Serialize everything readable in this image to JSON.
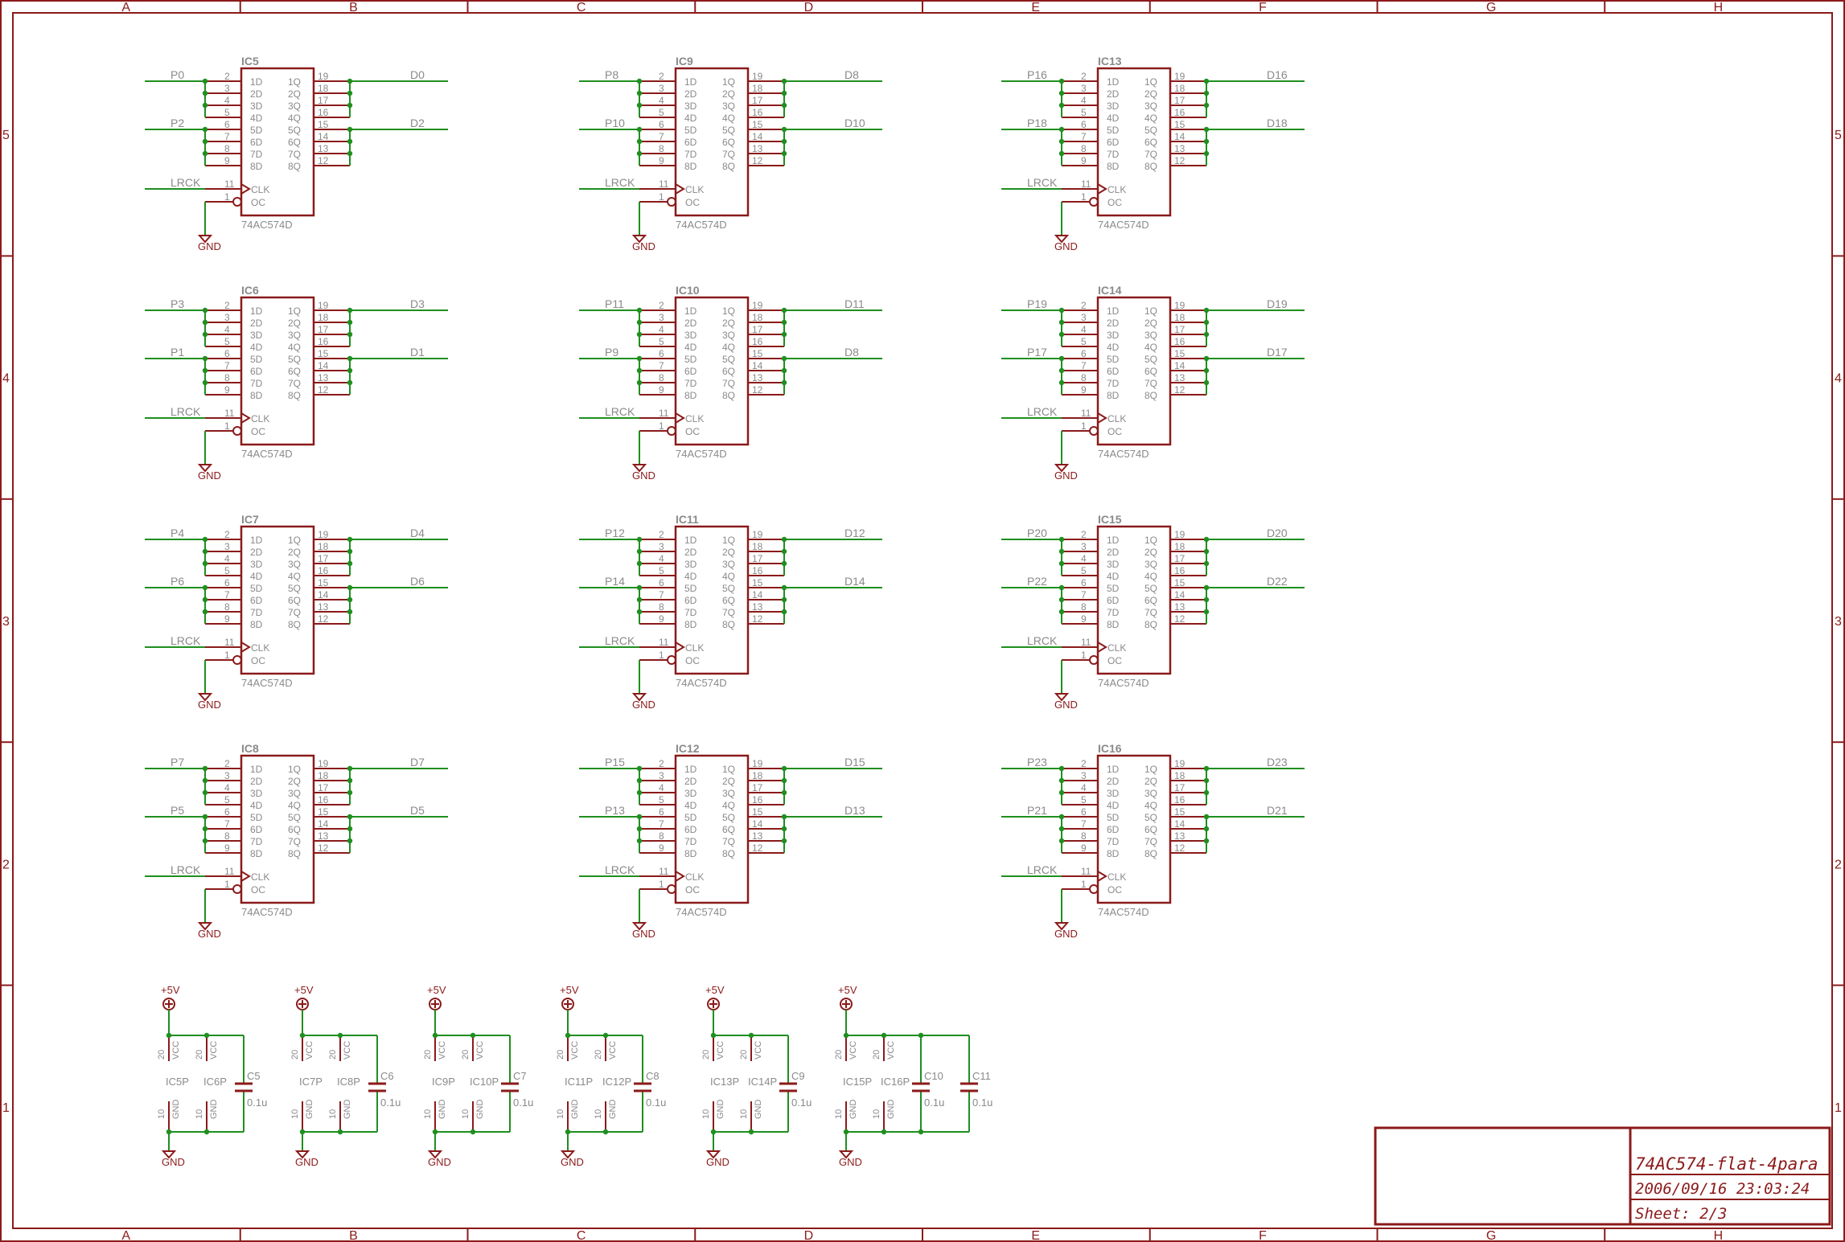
{
  "frame": {
    "columns": [
      "A",
      "B",
      "C",
      "D",
      "E",
      "F",
      "G",
      "H"
    ],
    "rows": [
      "5",
      "4",
      "3",
      "2",
      "1"
    ]
  },
  "colors": {
    "frame": "#8b1a1a",
    "wire": "#1f8f1f",
    "junction": "#1f8f1f",
    "label": "#8a8a8a",
    "background": "#ffffff"
  },
  "ic_common": {
    "part": "74AC574D",
    "input_pins": [
      "1D",
      "2D",
      "3D",
      "4D",
      "5D",
      "6D",
      "7D",
      "8D"
    ],
    "output_pins": [
      "1Q",
      "2Q",
      "3Q",
      "4Q",
      "5Q",
      "6Q",
      "7Q",
      "8Q"
    ],
    "input_pin_numbers": [
      "2",
      "3",
      "4",
      "5",
      "6",
      "7",
      "8",
      "9"
    ],
    "output_pin_numbers": [
      "19",
      "18",
      "17",
      "16",
      "15",
      "14",
      "13",
      "12"
    ],
    "clk_pin": "CLK",
    "clk_pin_number": "11",
    "oc_pin": "OC",
    "oc_pin_number": "1",
    "clock_net": "LRCK",
    "ground": "GND"
  },
  "ics": [
    {
      "name": "IC5",
      "inputs": [
        "P0",
        "P2"
      ],
      "outputs": [
        "D0",
        "D2"
      ]
    },
    {
      "name": "IC9",
      "inputs": [
        "P8",
        "P10"
      ],
      "outputs": [
        "D8",
        "D10"
      ]
    },
    {
      "name": "IC13",
      "inputs": [
        "P16",
        "P18"
      ],
      "outputs": [
        "D16",
        "D18"
      ]
    },
    {
      "name": "IC6",
      "inputs": [
        "P3",
        "P1"
      ],
      "outputs": [
        "D3",
        "D1"
      ]
    },
    {
      "name": "IC10",
      "inputs": [
        "P11",
        "P9"
      ],
      "outputs": [
        "D11",
        "D8"
      ]
    },
    {
      "name": "IC14",
      "inputs": [
        "P19",
        "P17"
      ],
      "outputs": [
        "D19",
        "D17"
      ]
    },
    {
      "name": "IC7",
      "inputs": [
        "P4",
        "P6"
      ],
      "outputs": [
        "D4",
        "D6"
      ]
    },
    {
      "name": "IC11",
      "inputs": [
        "P12",
        "P14"
      ],
      "outputs": [
        "D12",
        "D14"
      ]
    },
    {
      "name": "IC15",
      "inputs": [
        "P20",
        "P22"
      ],
      "outputs": [
        "D20",
        "D22"
      ]
    },
    {
      "name": "IC8",
      "inputs": [
        "P7",
        "P5"
      ],
      "outputs": [
        "D7",
        "D5"
      ]
    },
    {
      "name": "IC12",
      "inputs": [
        "P15",
        "P13"
      ],
      "outputs": [
        "D15",
        "D13"
      ]
    },
    {
      "name": "IC16",
      "inputs": [
        "P23",
        "P21"
      ],
      "outputs": [
        "D23",
        "D21"
      ]
    }
  ],
  "power_common": {
    "supply": "+5V",
    "ground": "GND",
    "vcc_pin": "VCC",
    "gnd_pin": "GND",
    "vcc_pin_number": "20",
    "gnd_pin_number": "10",
    "cap_value": "0.1u"
  },
  "power_groups": [
    {
      "ics": [
        "IC5P",
        "IC6P"
      ],
      "caps": [
        "C5"
      ]
    },
    {
      "ics": [
        "IC7P",
        "IC8P"
      ],
      "caps": [
        "C6"
      ]
    },
    {
      "ics": [
        "IC9P",
        "IC10P"
      ],
      "caps": [
        "C7"
      ]
    },
    {
      "ics": [
        "IC11P",
        "IC12P"
      ],
      "caps": [
        "C8"
      ]
    },
    {
      "ics": [
        "IC13P",
        "IC14P"
      ],
      "caps": [
        "C9"
      ]
    },
    {
      "ics": [
        "IC15P",
        "IC16P"
      ],
      "caps": [
        "C10",
        "C11"
      ]
    }
  ],
  "title_block": {
    "title": "74AC574-flat-4para",
    "date": "2006/09/16 23:03:24",
    "sheet": "Sheet: 2/3"
  }
}
